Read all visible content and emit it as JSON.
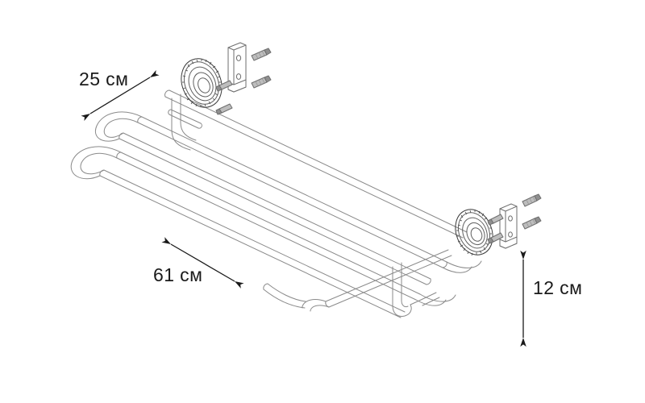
{
  "drawing": {
    "title": "Wall-mounted towel rack shelf - isometric technical drawing",
    "background_color": "#ffffff",
    "line_color": "#8a8a8a",
    "dark_line_color": "#1a1a1a",
    "hardware_line_color": "#6e6e6e",
    "units": "см"
  },
  "dimensions": {
    "depth": {
      "value": "25",
      "unit": "см",
      "label": "25 см",
      "name": "depth-dimension",
      "orientation": "diagonal-down-left"
    },
    "width": {
      "value": "61",
      "unit": "см",
      "label": "61 см",
      "name": "width-dimension",
      "orientation": "diagonal-down-right"
    },
    "height": {
      "value": "12",
      "unit": "см",
      "label": "12 см",
      "name": "height-dimension",
      "orientation": "vertical"
    }
  },
  "parts": {
    "rosette_left": "rosette-flange-left",
    "rosette_right": "rosette-flange-right",
    "bracket_left": "mounting-bracket-left",
    "bracket_right": "mounting-bracket-right",
    "screws_left_count": 2,
    "anchors_left_count": 2,
    "screws_right_count": 2,
    "anchors_right_count": 2,
    "shelf_rails": 4,
    "towel_bar": 1
  }
}
